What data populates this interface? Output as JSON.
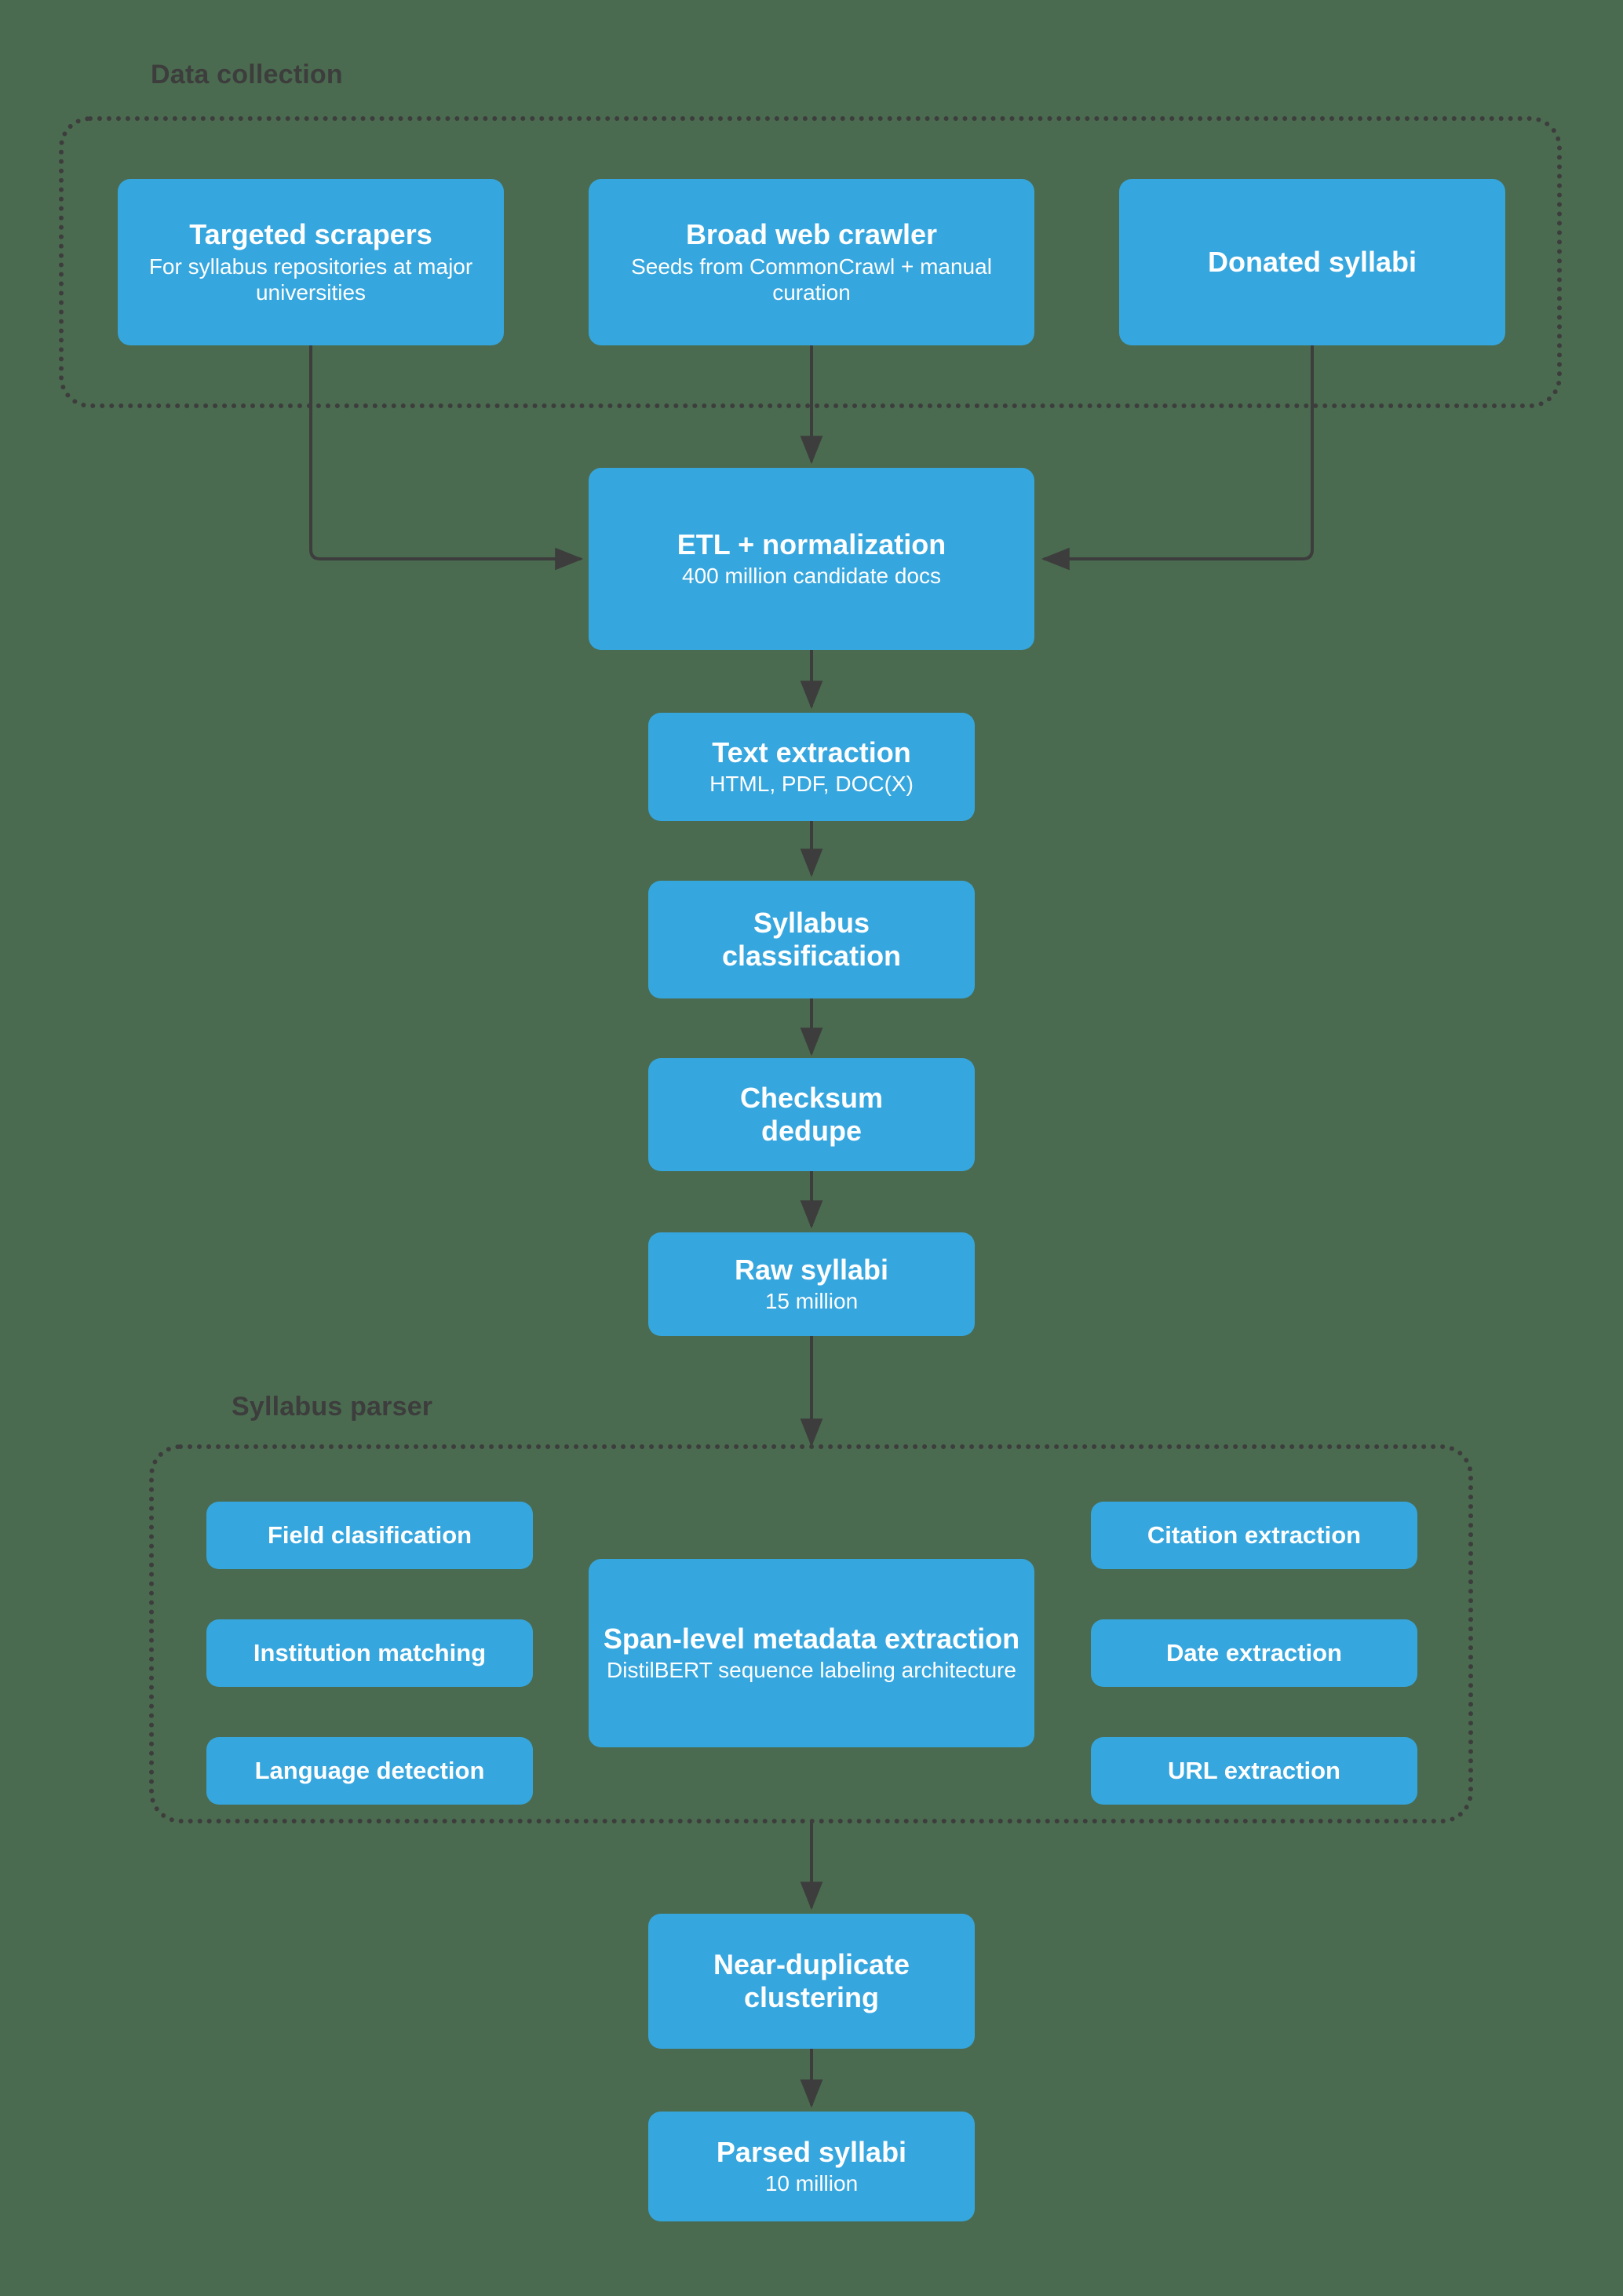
{
  "background_color": "#4a6b4f",
  "node_color": "#36a6de",
  "edge_color": "#3d3d3d",
  "groups": [
    {
      "label": "Data collection"
    },
    {
      "label": "Syllabus parser"
    }
  ],
  "nodes": {
    "targeted_scrapers": {
      "title": "Targeted scrapers",
      "sub": "For syllabus repositories at major universities"
    },
    "broad_web_crawler": {
      "title": "Broad web crawler",
      "sub": "Seeds from CommonCrawl + manual curation"
    },
    "donated_syllabi": {
      "title": "Donated syllabi",
      "sub": ""
    },
    "etl_normalization": {
      "title": "ETL + normalization",
      "sub": "400 million candidate docs"
    },
    "text_extraction": {
      "title": "Text extraction",
      "sub": "HTML, PDF, DOC(X)"
    },
    "syllabus_classification": {
      "title": "Syllabus\nclassification",
      "sub": ""
    },
    "checksum_dedupe": {
      "title": "Checksum\ndedupe",
      "sub": ""
    },
    "raw_syllabi": {
      "title": "Raw syllabi",
      "sub": "15 million"
    },
    "field_clasification": {
      "title": "Field clasification",
      "sub": ""
    },
    "institution_matching": {
      "title": "Institution matching",
      "sub": ""
    },
    "language_detection": {
      "title": "Language detection",
      "sub": ""
    },
    "span_level_metadata": {
      "title": "Span-level metadata extraction",
      "sub": "DistilBERT sequence labeling architecture"
    },
    "citation_extraction": {
      "title": "Citation extraction",
      "sub": ""
    },
    "date_extraction": {
      "title": "Date extraction",
      "sub": ""
    },
    "url_extraction": {
      "title": "URL extraction",
      "sub": ""
    },
    "near_duplicate_clustering": {
      "title": "Near-duplicate\nclustering",
      "sub": ""
    },
    "parsed_syllabi": {
      "title": "Parsed syllabi",
      "sub": "10 million"
    }
  }
}
